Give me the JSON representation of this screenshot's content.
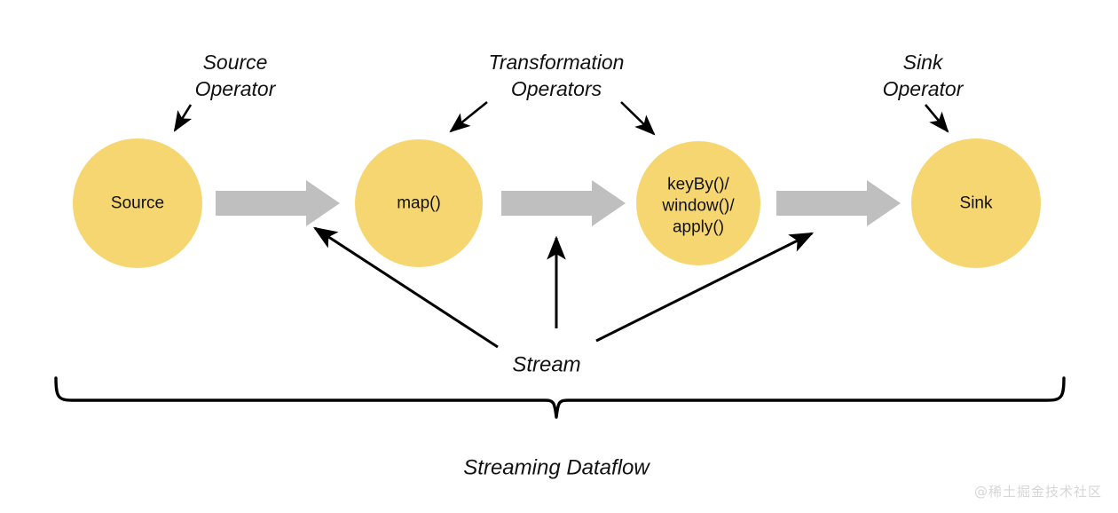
{
  "diagram": {
    "title": "Streaming Dataflow",
    "colors": {
      "node_fill": "#F6D670",
      "flow_arrow": "#BFBFBF",
      "annotation_stroke": "#000000",
      "text": "#111111",
      "background": "#FFFFFF",
      "watermark": "#D6D6D6"
    },
    "nodes": [
      {
        "id": "source",
        "label": "Source",
        "lines": [
          "Source"
        ]
      },
      {
        "id": "map",
        "label": "map()",
        "lines": [
          "map()"
        ]
      },
      {
        "id": "keyby",
        "label": "keyBy()/window()/apply()",
        "lines": [
          "keyBy()/",
          "window()/",
          "apply()"
        ]
      },
      {
        "id": "sink",
        "label": "Sink",
        "lines": [
          "Sink"
        ]
      }
    ],
    "annotations": [
      {
        "id": "source-operator",
        "lines": [
          "Source",
          "Operator"
        ]
      },
      {
        "id": "transformation-operators",
        "lines": [
          "Transformation",
          "Operators"
        ]
      },
      {
        "id": "sink-operator",
        "lines": [
          "Sink",
          "Operator"
        ]
      }
    ],
    "stream_label": "Stream",
    "caption": "Streaming Dataflow",
    "flow_arrows": 3
  },
  "watermark": {
    "text": "@稀土掘金技术社区"
  }
}
